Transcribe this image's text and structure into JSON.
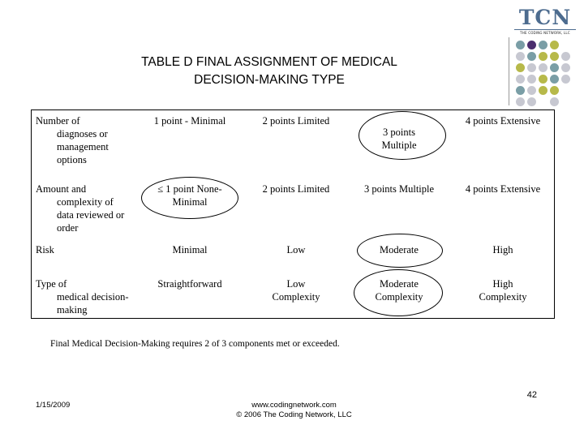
{
  "logo": {
    "letters": "TCN",
    "subtitle": "THE CODING NETWORK, LLC"
  },
  "decor": {
    "dot_colors": [
      "#4b2e6e",
      "#7a9ea6",
      "#b7b94a",
      "#c7c8d1"
    ]
  },
  "title": {
    "line1": "TABLE D FINAL ASSIGNMENT OF MEDICAL",
    "line2": "DECISION-MAKING TYPE"
  },
  "table": {
    "rows": [
      {
        "label_first": "Number of",
        "label_rest": "diagnoses or management options",
        "cells": [
          "1 point - Minimal",
          "2 points Limited",
          "3 points Multiple",
          "4 points Extensive"
        ]
      },
      {
        "label_first": "Amount and",
        "label_rest": "complexity of data reviewed or order",
        "cells": [
          "≤ 1 point None-Minimal",
          "2 points Limited",
          "3 points Multiple",
          "4 points Extensive"
        ]
      },
      {
        "label_first": "Risk",
        "label_rest": "",
        "cells": [
          "Minimal",
          "Low",
          "Moderate",
          "High"
        ]
      },
      {
        "label_first": "Type of",
        "label_rest": "medical decision-making",
        "cells": [
          "Straightforward",
          "Low Complexity",
          "Moderate Complexity",
          "High Complexity"
        ]
      }
    ]
  },
  "note": "Final Medical Decision-Making requires 2 of 3 components met or exceeded.",
  "footer": {
    "page_number": "42",
    "date": "1/15/2009",
    "url": "www.codingnetwork.com",
    "copyright": "© 2006 The Coding Network, LLC"
  }
}
